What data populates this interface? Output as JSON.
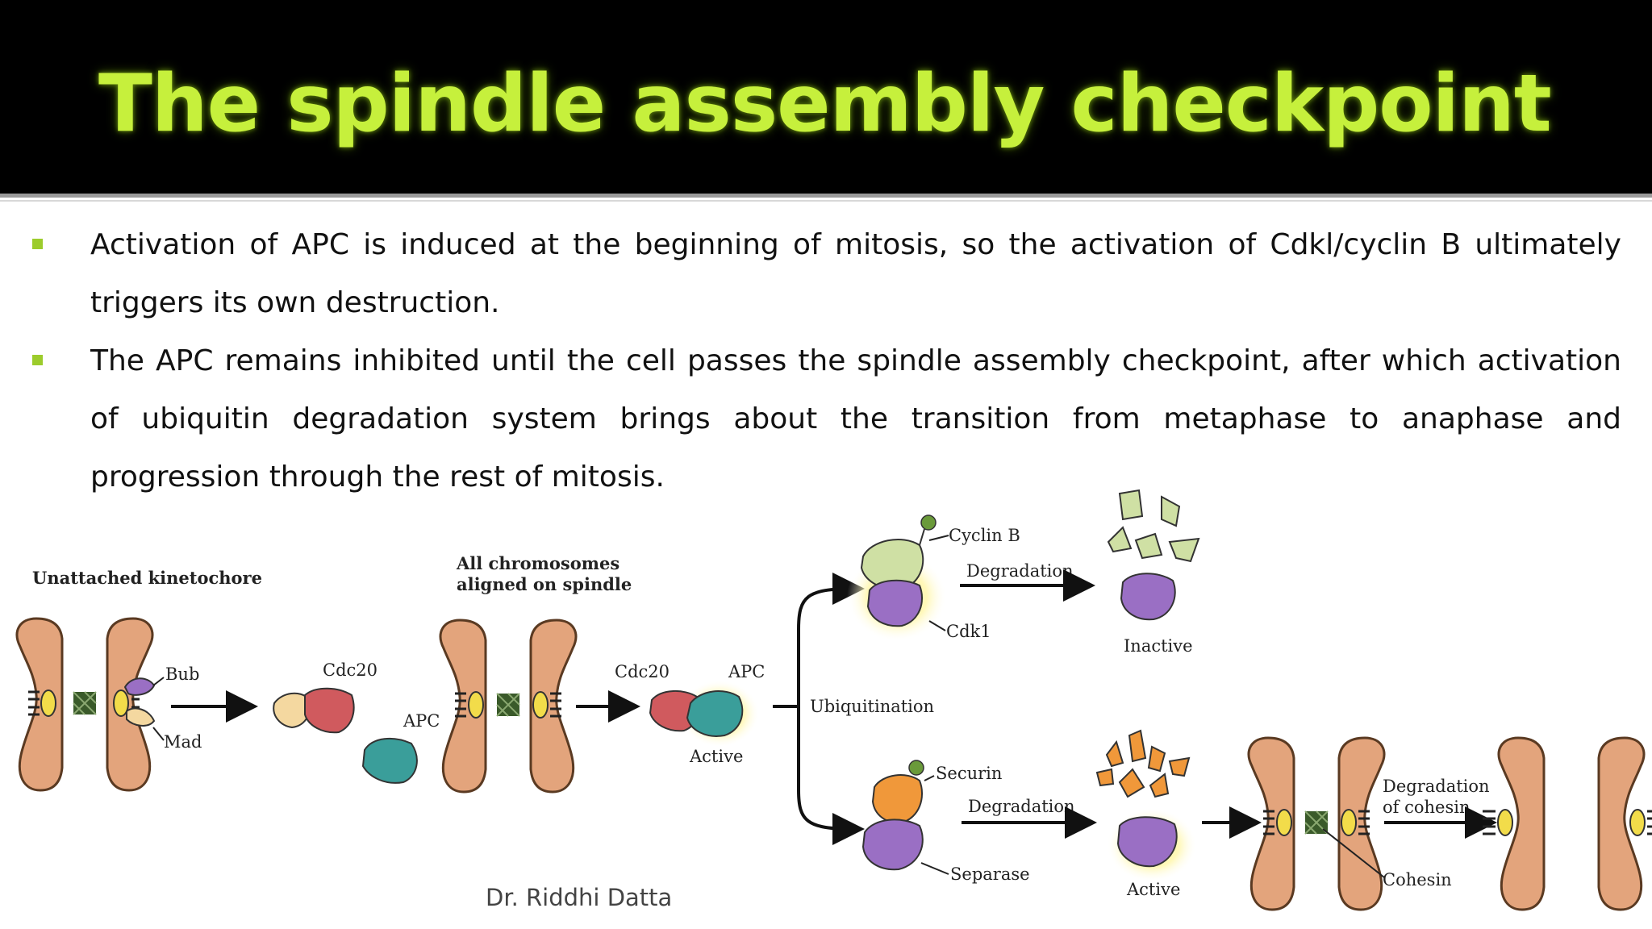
{
  "slide": {
    "title": "The spindle assembly checkpoint",
    "bullets": [
      "Activation of APC is induced at the beginning of mitosis, so the activation of Cdkl/cyclin B ultimately triggers its own destruction.",
      "The APC remains inhibited until the cell passes the spindle assembly checkpoint, after which activation of ubiquitin degradation system brings about the transition from metaphase to anaphase and progression through the rest of mitosis."
    ],
    "footer": "Dr. Riddhi Datta"
  },
  "diagram": {
    "unattached_line1": "Unattached kinetochore",
    "aligned_line1": "All chromosomes",
    "aligned_line2": "aligned on spindle",
    "bub": "Bub",
    "mad": "Mad",
    "cdc20_a": "Cdc20",
    "apc_a": "APC",
    "cdc20_b": "Cdc20",
    "apc_b": "APC",
    "active_a": "Active",
    "ubiquitination": "Ubiquitination",
    "cyclin_b": "Cyclin B",
    "degradation_a": "Degradation",
    "cdk1": "Cdk1",
    "inactive": "Inactive",
    "securin": "Securin",
    "degradation_b": "Degradation",
    "separase": "Separase",
    "active_b": "Active",
    "degradation_cohesin_1": "Degradation",
    "degradation_cohesin_2": "of cohesin",
    "cohesin": "Cohesin"
  },
  "colors": {
    "title": "#c6f03c",
    "bullet_marker": "#9ccc2c",
    "chromosome": "#e3a47c",
    "cdc20": "#d05a5e",
    "apc": "#3a9e9a",
    "cyclin": "#cfe0a4",
    "cdk": "#9a6fc4",
    "securin": "#f0983a",
    "glow": "#fff27a"
  }
}
